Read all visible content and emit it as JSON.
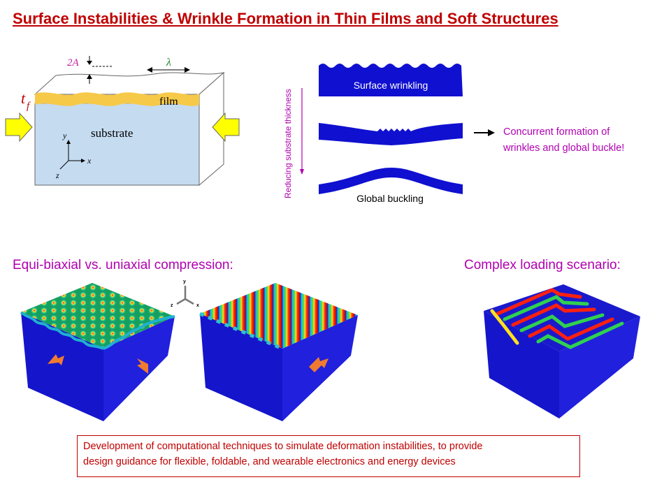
{
  "title": "Surface Instabilities & Wrinkle Formation in Thin Films and Soft Structures",
  "schematic": {
    "amplitude_label": "2A",
    "wavelength_label": "λ",
    "thickness_label": "t",
    "thickness_subscript": "f",
    "film_label": "film",
    "substrate_label": "substrate",
    "axis_y": "y",
    "axis_x": "x",
    "axis_z": "z"
  },
  "thickness_panel": {
    "arrow_label": "Reducing substrate thickness",
    "surface_label": "Surface wrinkling",
    "global_label": "Global buckling",
    "concurrent_line1": "Concurrent formation of",
    "concurrent_line2": "wrinkles and global buckle!"
  },
  "section_left": "Equi-biaxial vs. uniaxial compression:",
  "section_right": "Complex loading scenario:",
  "triad": {
    "y": "y",
    "z": "z",
    "x": "x"
  },
  "footer_line1": "Development of computational techniques to simulate deformation instabilities, to provide",
  "footer_line2": "design guidance for flexible, foldable, and wearable electronics and energy devices",
  "colors": {
    "title": "#c00000",
    "accent_magenta": "#b000b0",
    "substrate_blue": "#1010d0",
    "film_yellow": "#f7c948",
    "substrate_light": "#c5dbf0",
    "arrow_yellow": "#ffff00",
    "load_arrow_orange": "#f07a30"
  }
}
